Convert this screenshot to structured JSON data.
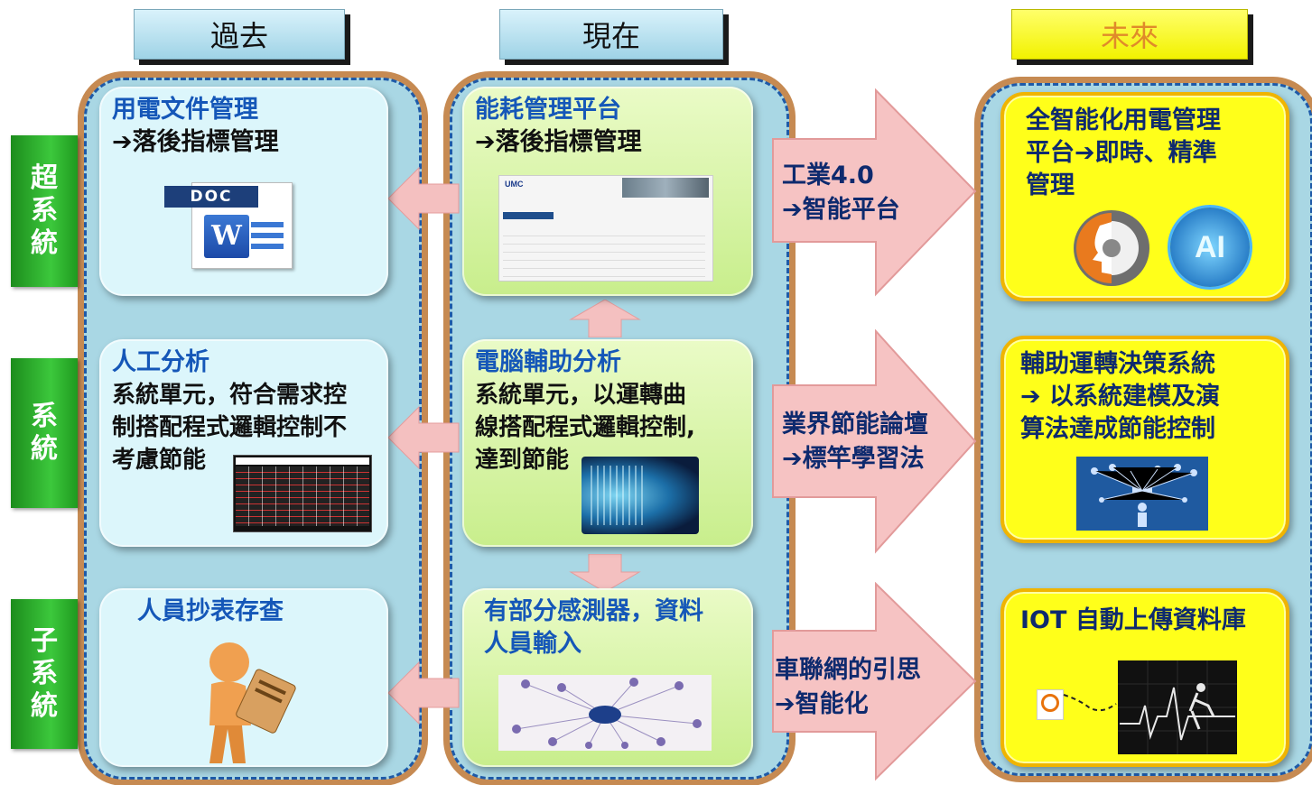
{
  "headers": {
    "past": "過去",
    "now": "現在",
    "future": "未來"
  },
  "side_labels": {
    "super_system": [
      "超",
      "系",
      "統"
    ],
    "system": [
      "系",
      "統"
    ],
    "sub_system": [
      "子",
      "系",
      "統"
    ]
  },
  "past": {
    "card1": {
      "title": "用電文件管理",
      "sub": "➔落後指標管理",
      "doc_label": "DOC"
    },
    "card2": {
      "title": "人工分析",
      "body": [
        "系統單元，符合需求控",
        "制搭配程式邏輯控制不",
        "考慮節能"
      ]
    },
    "card3": {
      "title": "人員抄表存查"
    }
  },
  "now": {
    "card1": {
      "title": "能耗管理平台",
      "sub": "➔落後指標管理",
      "shot_brand": "UMC"
    },
    "card2": {
      "title": "電腦輔助分析",
      "body": [
        "系統單元，以運轉曲",
        "線搭配程式邏輯控制,",
        "達到節能"
      ]
    },
    "card3": {
      "title": "有部分感測器，資料",
      "title2": "人員輸入"
    }
  },
  "arrows": {
    "a1": [
      "工業4.0",
      "➔智能平台"
    ],
    "a2": [
      "業界節能論壇",
      "➔標竿學習法"
    ],
    "a3": [
      "車聯網的引思",
      "➔智能化"
    ]
  },
  "future": {
    "card1": {
      "lines": [
        "全智能化用電管理",
        "平台➔即時、精準",
        "管理"
      ],
      "ai_label": "AI"
    },
    "card2": {
      "lines": [
        "輔助運轉決策系統",
        "➔ 以系統建模及演",
        "算法達成節能控制"
      ]
    },
    "card3": {
      "title": "IOT 自動上傳資料庫"
    }
  },
  "colors": {
    "green": "#2db82d",
    "blue_text": "#1557b8",
    "yellow": "#ffff1a",
    "pink_arrow": "#f4b8b8"
  }
}
